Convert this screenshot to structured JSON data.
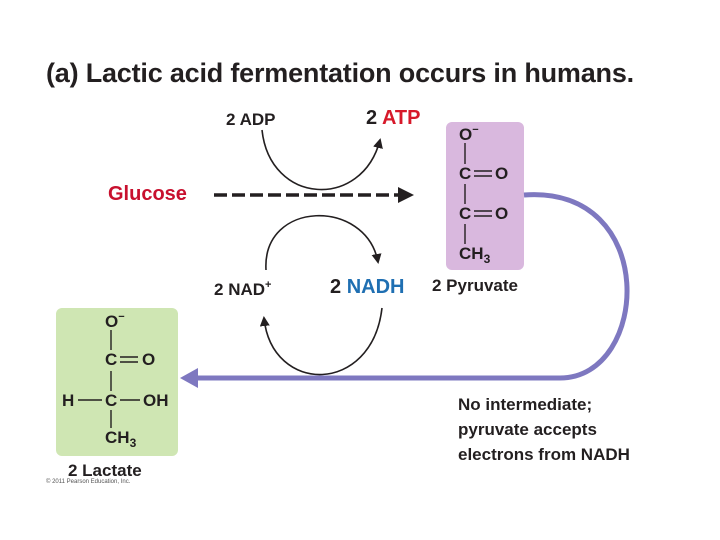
{
  "title": "(a) Lactic acid fermentation occurs in humans.",
  "labels": {
    "adp_num": "2",
    "adp": "ADP",
    "atp_num": "2",
    "atp": "ATP",
    "glucose": "Glucose",
    "nad_num": "2",
    "nad": "NAD",
    "nad_sup": "+",
    "nadh_num": "2",
    "nadh": "NADH",
    "pyruvate": "2 Pyruvate",
    "lactate": "2 Lactate"
  },
  "pyruvate_atoms": {
    "o_minus": "O",
    "minus": "−",
    "c1": "C",
    "o1": "O",
    "c2": "C",
    "o2": "O",
    "ch3": "CH",
    "three": "3"
  },
  "lactate_atoms": {
    "o_minus": "O",
    "minus": "−",
    "c1": "C",
    "o1": "O",
    "h": "H",
    "c2": "C",
    "oh": "OH",
    "ch3": "CH",
    "three": "3"
  },
  "note_lines": [
    "No intermediate;",
    "pyruvate accepts",
    "electrons from NADH"
  ],
  "copyright": "© 2011 Pearson Education, Inc.",
  "colors": {
    "glucose": "#c8102e",
    "atp": "#d7192a",
    "nadh": "#1f6fb2",
    "pyruvate_box": "#d9b8de",
    "lactate_box": "#cfe6b3",
    "return_arrow": "#7e78c0"
  }
}
